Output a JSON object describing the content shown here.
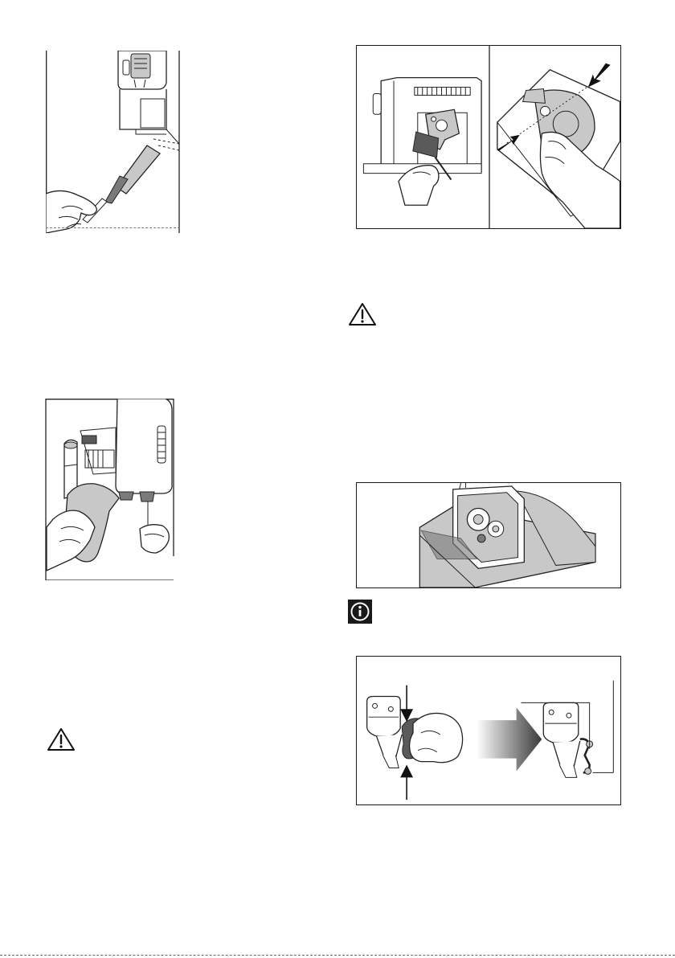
{
  "page": {
    "background": "#ffffff",
    "ink_color": "#1a1a1a",
    "fill_gray": "#c8c8c8",
    "dark_gray": "#5a5a5a"
  },
  "figures": [
    {
      "id": "fig-vacuum-cleaning",
      "icon": "vacuum-nozzle-illustration"
    },
    {
      "id": "fig-remove-brew-unit",
      "icon": "brew-unit-removal-illustration"
    },
    {
      "id": "fig-clean-dispenser",
      "icon": "cloth-wiping-illustration"
    },
    {
      "id": "fig-brew-unit-seat",
      "icon": "brew-unit-housing-illustration"
    },
    {
      "id": "fig-press-lever",
      "icon": "lever-press-illustration"
    }
  ],
  "notices": [
    {
      "id": "warning-1",
      "icon": "warning-triangle-icon"
    },
    {
      "id": "info-1",
      "icon": "info-icon"
    },
    {
      "id": "warning-2",
      "icon": "warning-triangle-icon"
    }
  ]
}
